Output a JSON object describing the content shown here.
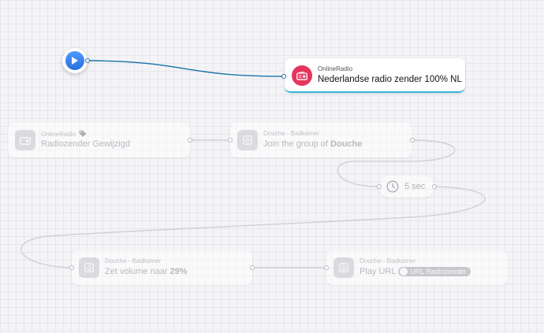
{
  "colors": {
    "accent_wire": "#1a73a8",
    "trigger_icon": "#e6345c",
    "play": "#3b82f6"
  },
  "active_card": {
    "app": "OnlineRadio",
    "title": "Nederlandse radio zender 100% NL"
  },
  "card_radiozender": {
    "app": "OnlineRadio",
    "title": "Radiozender Gewijzigd"
  },
  "card_join": {
    "app": "Douche - Badkamer",
    "title_prefix": "Join the group of ",
    "title_bold": "Douche"
  },
  "delay": {
    "label": "5 sec"
  },
  "card_volume": {
    "app": "Douche - Badkamer",
    "title_prefix": "Zet volume naar ",
    "title_bold": "29%"
  },
  "card_play": {
    "app": "Douche - Badkamer",
    "title_prefix": "Play URL",
    "tag": "URL Radiozender"
  }
}
